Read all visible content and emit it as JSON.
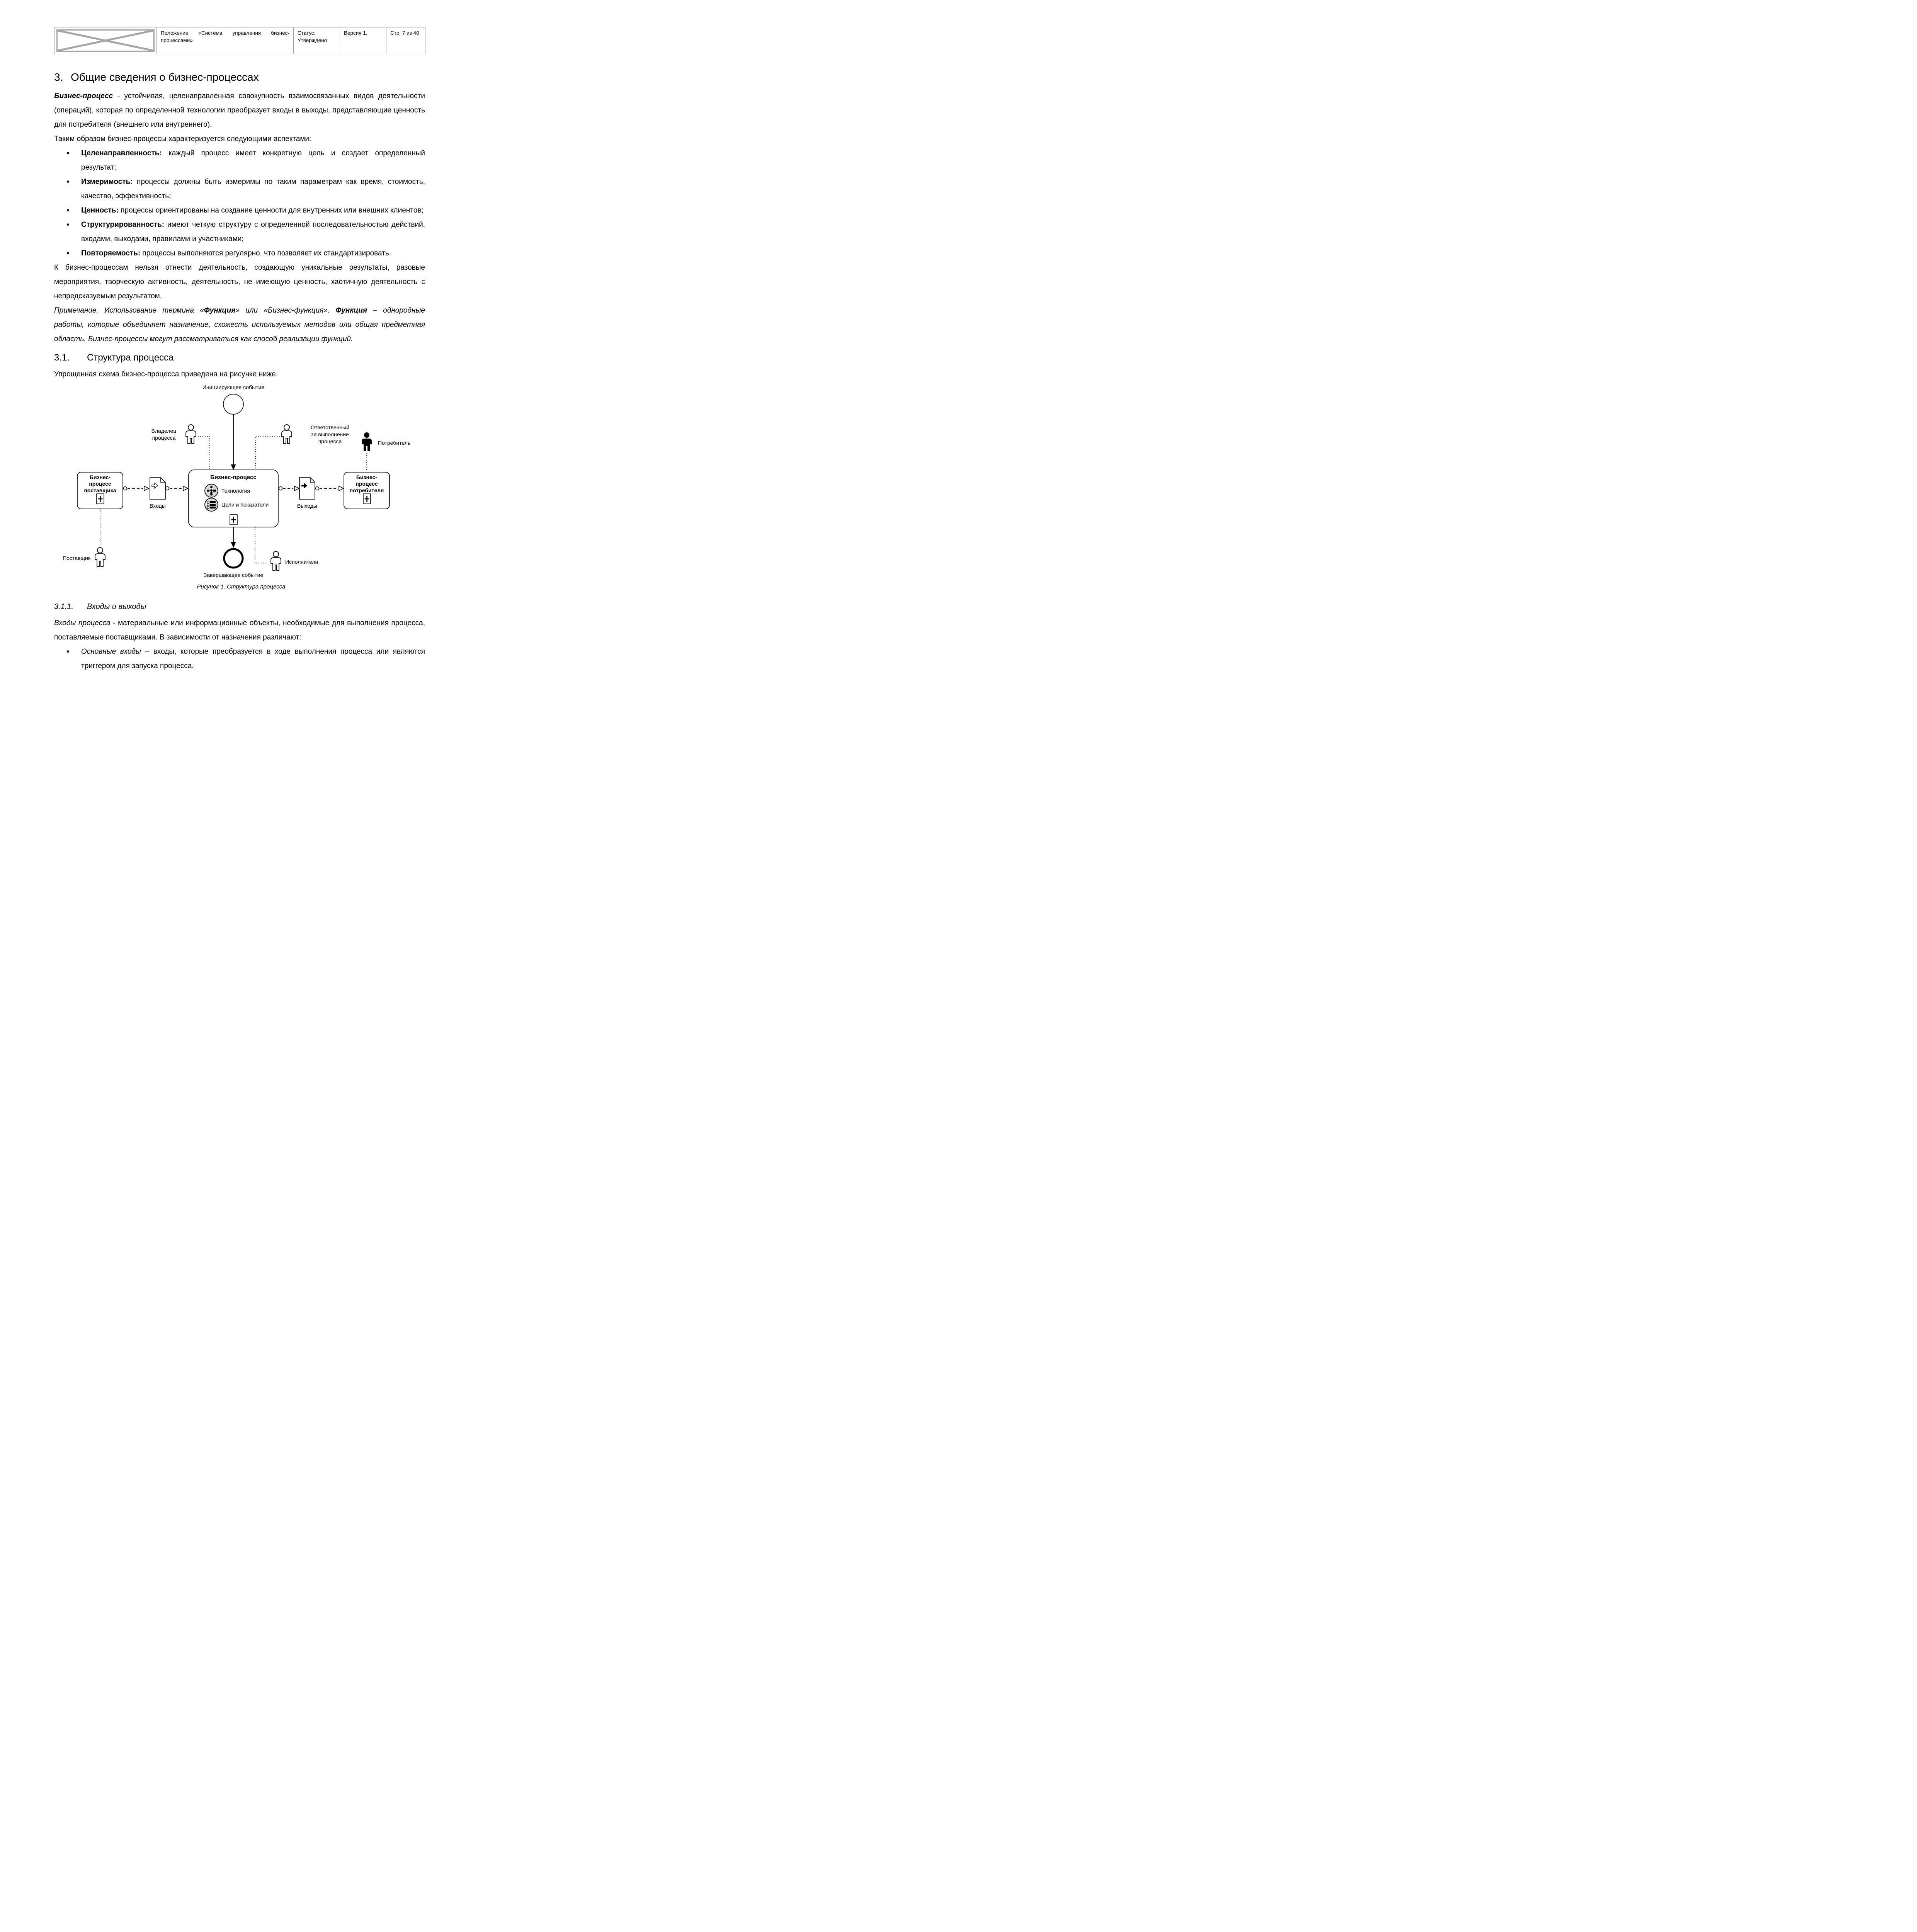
{
  "colors": {
    "text": "#000000",
    "icon_circle_fill": "#d9d9d9",
    "table_border": "#9a9a9a",
    "logo_gray": "#a6a6a6"
  },
  "header": {
    "doc_title": "Положение «Система управления бизнес-процессами»",
    "status_label": "Статус:",
    "status_value": "Утверждено",
    "version": "Версия 1.",
    "page": "Стр. 7 из 40"
  },
  "section3": {
    "number": "3.",
    "title": "Общие сведения о бизнес-процессах"
  },
  "p1": {
    "lead": "Бизнес-процесс",
    "rest": " - устойчивая, целенаправленная совокупность взаимосвязанных видов деятельности (операций), которая по определенной технологии преобразует входы в выходы, представляющие ценность для потребителя (внешнего или внутреннего)."
  },
  "p2": "Таким образом бизнес-процессы характеризуется следующими аспектами:",
  "bullets": [
    {
      "term": "Целенаправленность:",
      "text": " каждый процесс имеет конкретную цель и создает определенный результат;"
    },
    {
      "term": "Измеримость:",
      "text": " процессы должны быть измеримы по таким параметрам как время, стоимость, качество, эффективность;"
    },
    {
      "term": "Ценность:",
      "text": " процессы ориентированы на создание ценности для внутренних или внешних клиентов;"
    },
    {
      "term": "Структурированность:",
      "text": " имеют четкую структуру с определенной последовательностью действий, входами, выходами, правилами и участниками;"
    },
    {
      "term": "Повторяемость:",
      "text": " процессы выполняются регулярно, что позволяет их стандартизировать."
    }
  ],
  "p3": "К бизнес-процессам нельзя отнести деятельность, создающую уникальные результаты, разовые мероприятия, творческую активность, деятельность, не имеющую ценность, хаотичную деятельность с непредсказуемым результатом.",
  "note": {
    "part1": "Примечание. Использование термина «",
    "bold1": "Функция",
    "part2": "» или «Бизнес-функция». ",
    "bold2": "Функция",
    "part3": " – однородные работы, которые объединяет назначение, схожесть используемых методов или общая предметная область. Бизнес-процессы могут рассматриваться как способ реализации функций."
  },
  "section31": {
    "number": "3.1.",
    "title": "Структура процесса"
  },
  "p4": "Упрощенная схема бизнес-процесса приведена на рисунке ниже.",
  "figure": {
    "start_event": "Инициирующее событие",
    "owner": "Владелец\nпроцесса",
    "responsible": "Ответственный\nза выполнение\nпроцесса",
    "consumer": "Потребитель",
    "supplier_box": "Бизнес-\nпроцесс\nпоставщика",
    "inputs": "Входы",
    "process_title": "Бизнес-процесс",
    "technology": "Технология",
    "goals": "Цели и показатели",
    "outputs": "Выходы",
    "consumer_box": "Бизнес-\nпроцесс\nпотребителя",
    "supplier": "Поставщик",
    "executors": "Исполнители",
    "end_event": "Завершающее событие",
    "caption": "Рисунок 1. Структура процесса"
  },
  "section311": {
    "number": "3.1.1.",
    "title": "Входы и выходы"
  },
  "p5": {
    "lead": "Входы процесса",
    "rest": " - материальные или информационные объекты, необходимые для выполнения процесса, поставляемые поставщиками. В зависимости от назначения различают:"
  },
  "bullet6": {
    "term": "Основные входы",
    "text": " – входы, которые преобразуется в ходе выполнения процесса или являются триггером для запуска процесса."
  }
}
